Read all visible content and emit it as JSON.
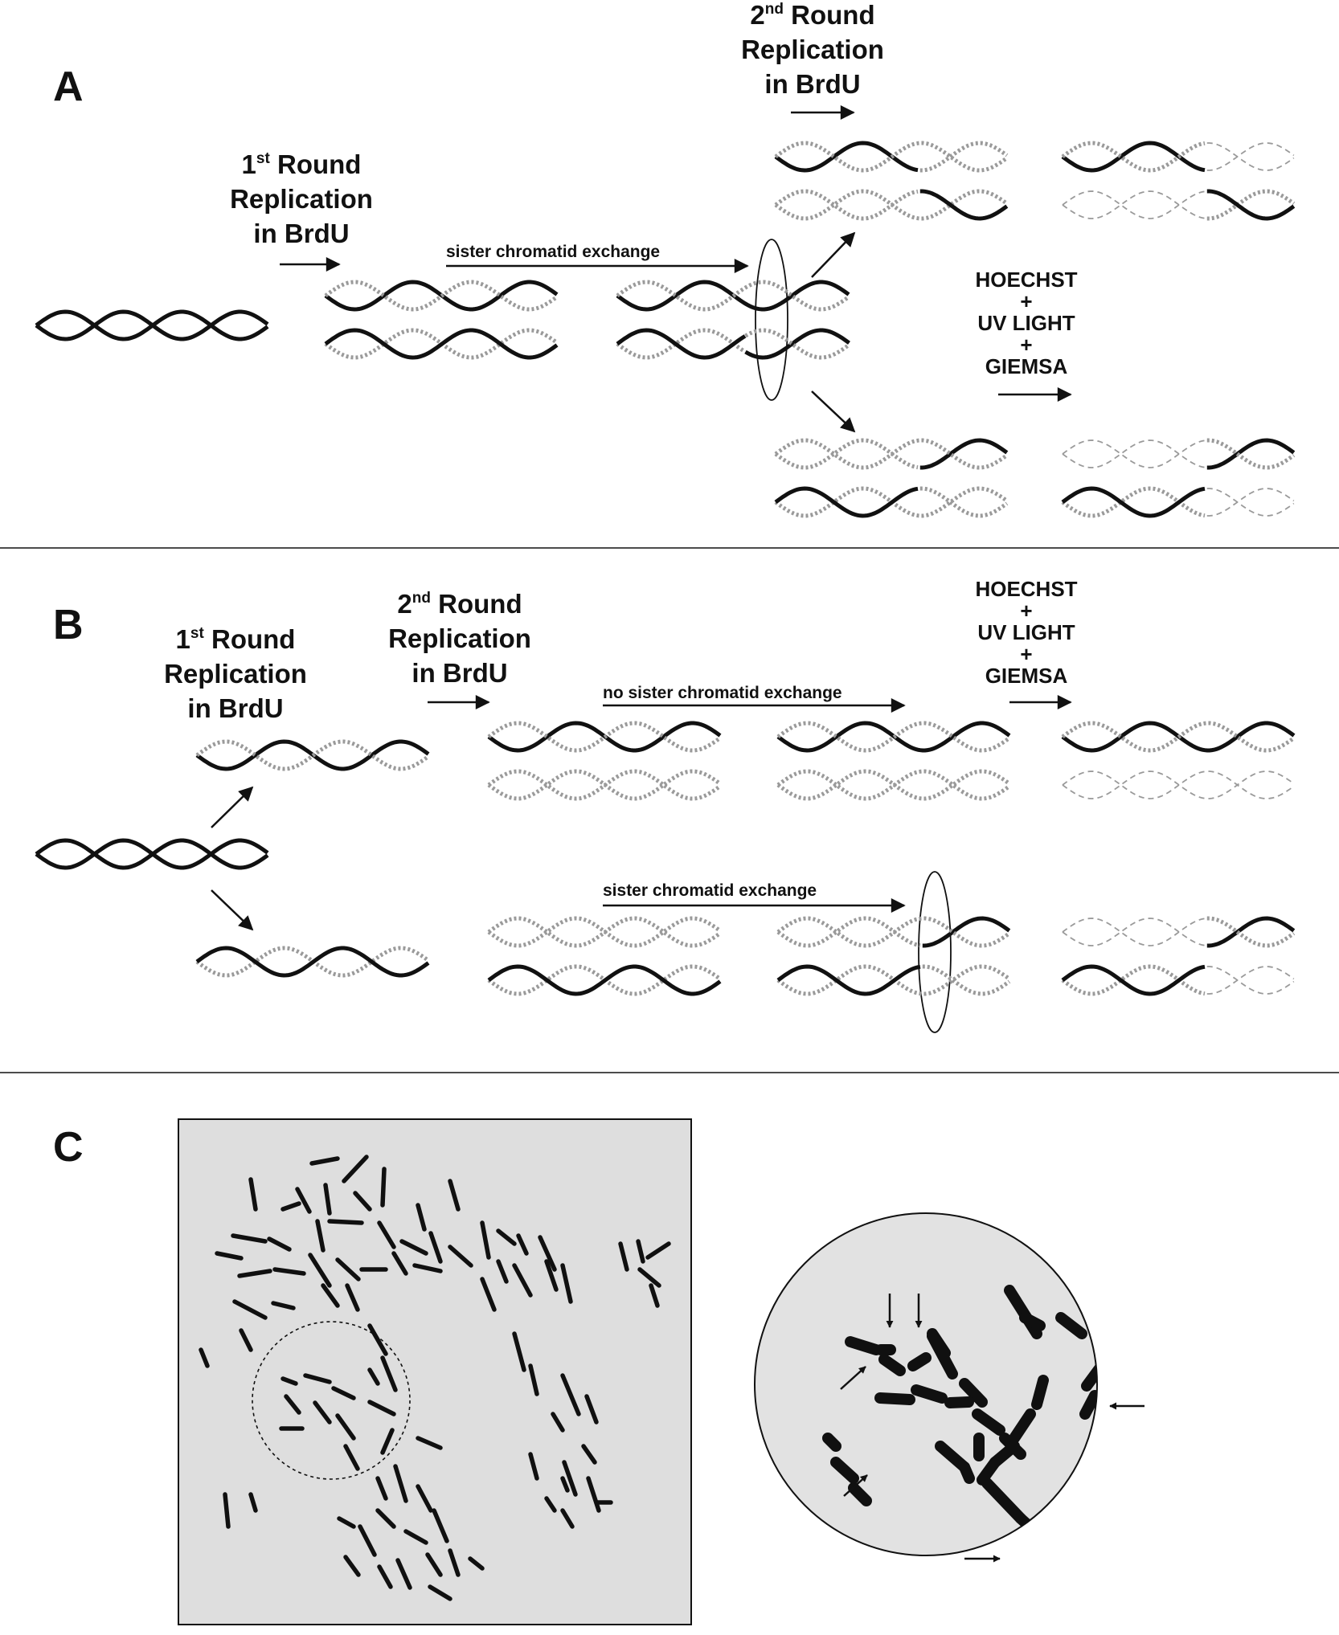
{
  "panels": {
    "a": "A",
    "b": "B",
    "c": "C"
  },
  "labels": {
    "round1": {
      "num": "1",
      "sup": "st",
      "word": " Round",
      "line2": "Replication",
      "line3": "in BrdU"
    },
    "round2": {
      "num": "2",
      "sup": "nd",
      "word": " Round",
      "line2": "Replication",
      "line3": "in BrdU"
    },
    "treatment": [
      "HOECHST",
      "+",
      "UV LIGHT",
      "+",
      "GIEMSA"
    ],
    "sce": "sister chromatid exchange",
    "no_sce": "no sister chromatid exchange"
  },
  "colors": {
    "parent_strand": "#111111",
    "brdu_strand": "#9a9a9a",
    "faded_strand": "#9a9a9a",
    "micrograph_bg": "#dedede",
    "chromosome": "#101010"
  }
}
